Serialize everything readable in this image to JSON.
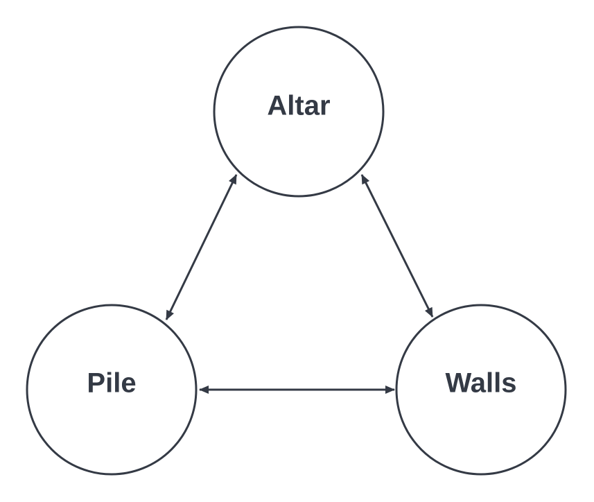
{
  "colors": {
    "stroke": "#343a45",
    "text": "#343a45",
    "background": "#ffffff"
  },
  "nodes": [
    {
      "id": "altar",
      "label": "Altar"
    },
    {
      "id": "pile",
      "label": "Pile"
    },
    {
      "id": "walls",
      "label": "Walls"
    }
  ],
  "edges": [
    {
      "from": "altar",
      "to": "pile",
      "direction": "both"
    },
    {
      "from": "altar",
      "to": "walls",
      "direction": "both"
    },
    {
      "from": "pile",
      "to": "walls",
      "direction": "both"
    }
  ]
}
